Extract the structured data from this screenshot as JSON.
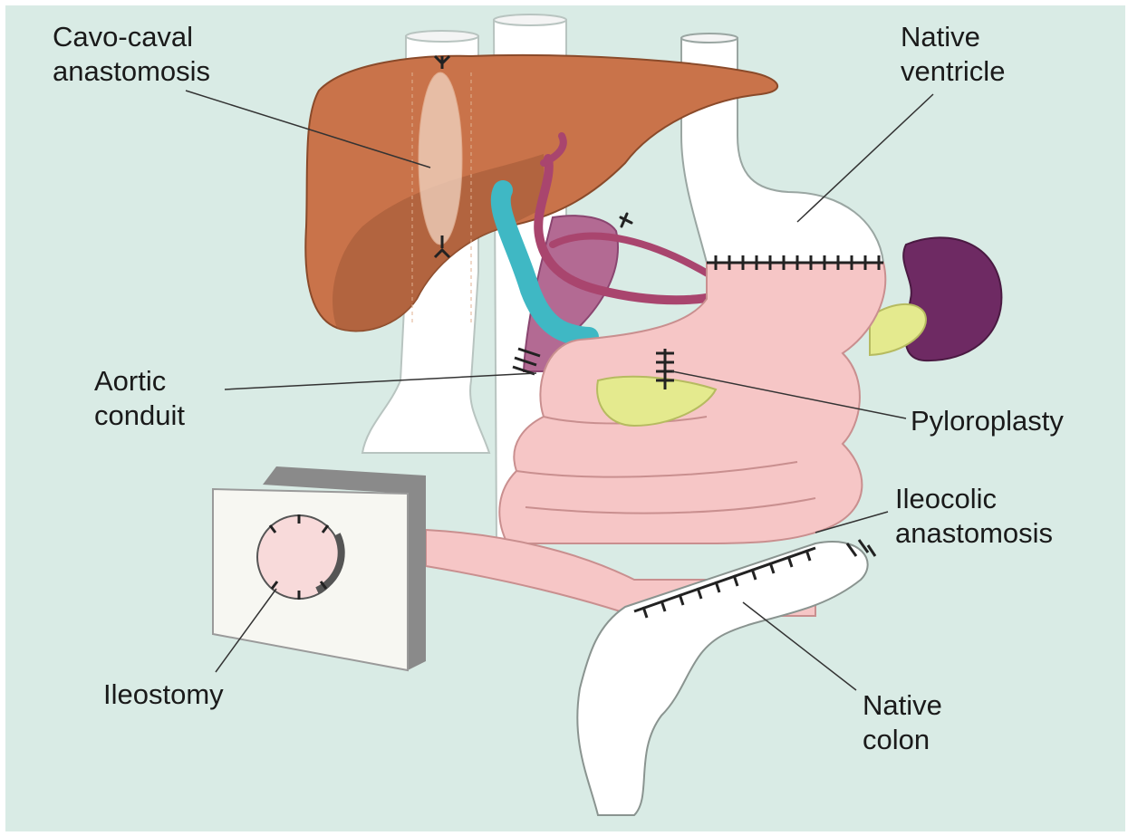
{
  "labels": {
    "cavo_caval": [
      "Cavo-caval",
      "anastomosis"
    ],
    "native_ventricle": [
      "Native",
      "ventricle"
    ],
    "aortic_conduit": [
      "Aortic",
      "conduit"
    ],
    "pyloroplasty": [
      "Pyloroplasty"
    ],
    "ileocolic": [
      "Ileocolic",
      "anastomosis"
    ],
    "ileostomy": [
      "Ileostomy"
    ],
    "native_colon": [
      "Native",
      "colon"
    ]
  },
  "colors": {
    "background": "#d9ebe5",
    "liver": "#c9734a",
    "liver_shadow": "#a85e3a",
    "bowel": "#f6c6c6",
    "bowel_outline": "#c98f8f",
    "vessel": "#a9456e",
    "portal_vein": "#3fb8c4",
    "spleen": "#6e2a63",
    "pancreas": "#e4ea8e",
    "sutures": "#222222"
  }
}
